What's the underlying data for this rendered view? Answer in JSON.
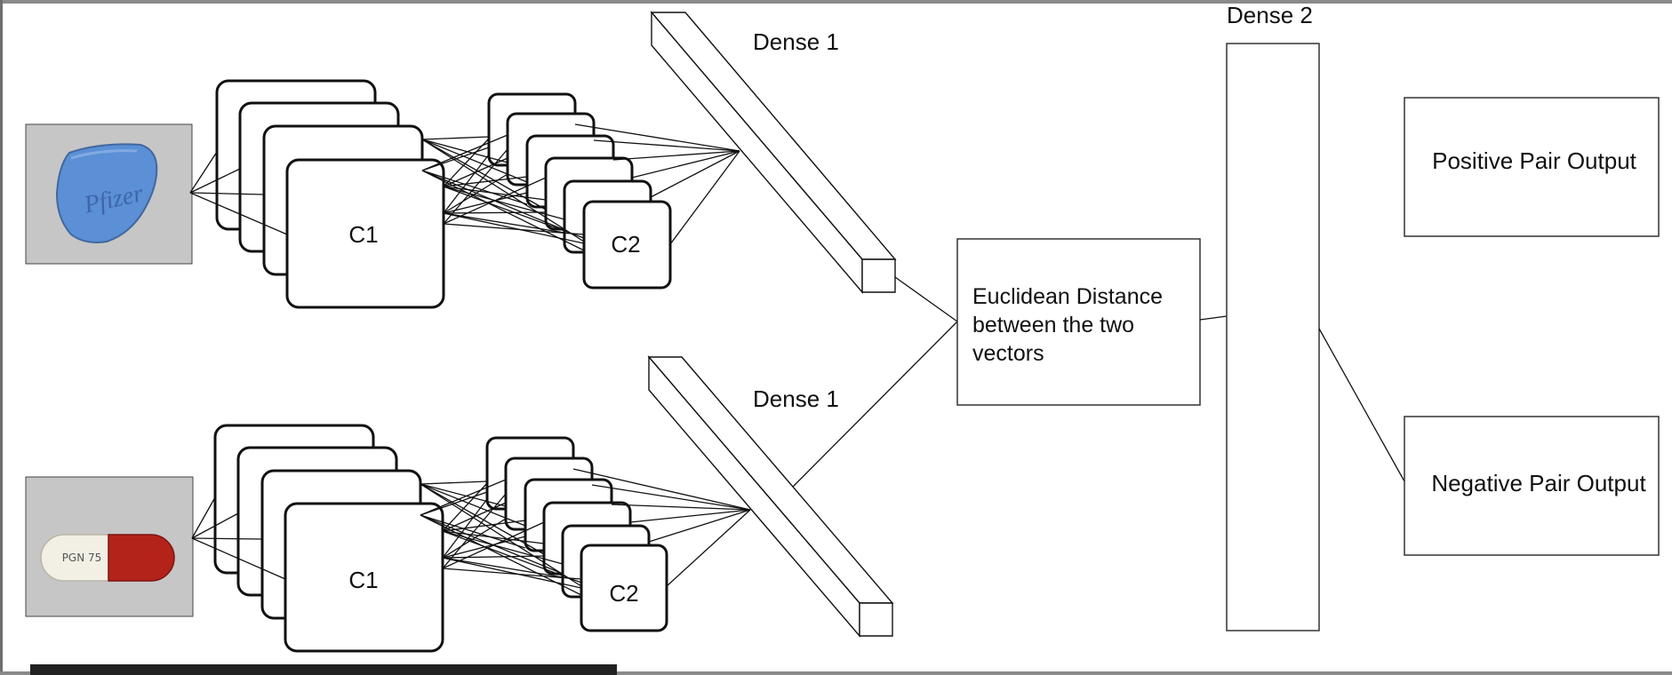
{
  "diagram": {
    "conv_layer_1_label": "C1",
    "conv_layer_2_label": "C2",
    "dense_1_label": "Dense 1",
    "dense_2_label": "Dense 2",
    "distance_label_lines": [
      "Euclidean Distance",
      "between the two",
      "vectors"
    ],
    "positive_output_label": "Positive Pair Output",
    "negative_output_label": "Negative Pair Output",
    "input_images": [
      {
        "pill": "blue diamond tablet",
        "imprint": "Pfizer",
        "color": "#5b8fd6"
      },
      {
        "pill": "red and white capsule",
        "imprint": "PGN 75",
        "color": "#b3231a"
      }
    ]
  },
  "colors": {
    "line": "#111111",
    "photo_background": "#c6c6c6",
    "frame_top": "#8a8a8a",
    "frame_left": "#6e6e6e",
    "bottom_strip": "#222222"
  }
}
